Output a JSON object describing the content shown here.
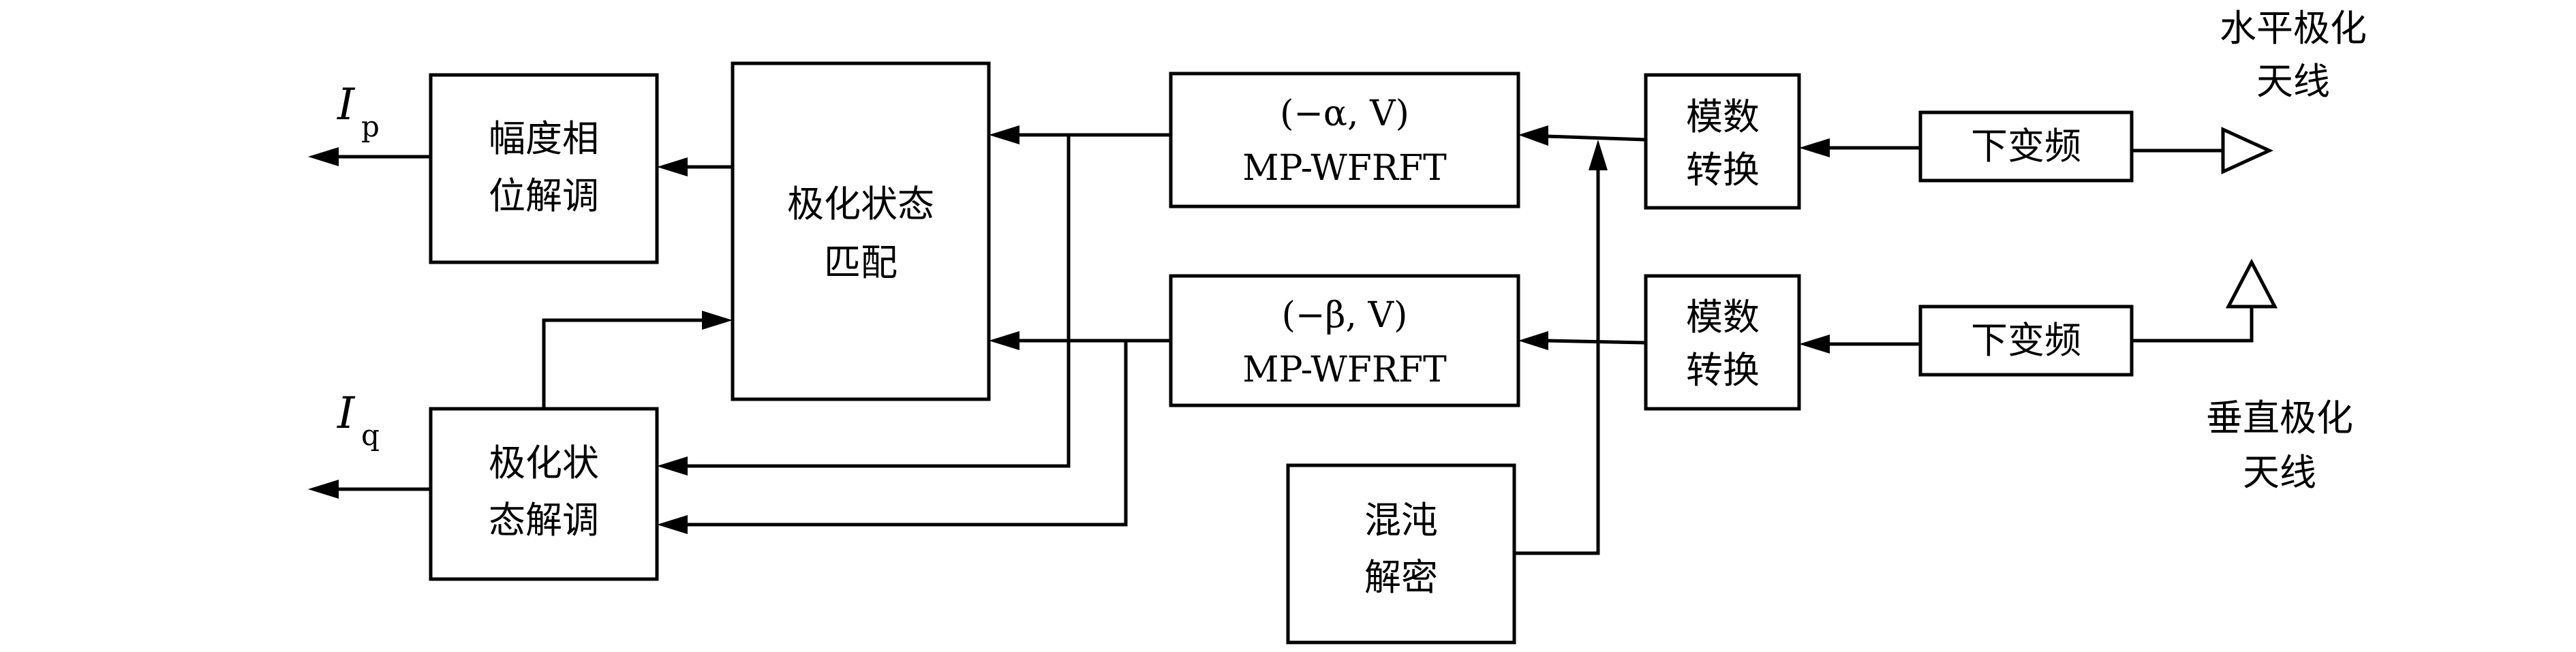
{
  "blocks": {
    "amp_phase_demod": {
      "line1": "幅度相",
      "line2": "位解调"
    },
    "polarization_match": {
      "line1": "极化状态",
      "line2": "匹配"
    },
    "polarization_demod": {
      "line1": "极化状",
      "line2": "态解调"
    },
    "mpwfrft_alpha": {
      "line1": "(−α, V)",
      "line2": "MP-WFRFT"
    },
    "mpwfrft_beta": {
      "line1": "(−β, V)",
      "line2": "MP-WFRFT"
    },
    "adc_top": {
      "line1": "模数",
      "line2": "转换"
    },
    "adc_bottom": {
      "line1": "模数",
      "line2": "转换"
    },
    "downconvert_top": {
      "label": "下变频"
    },
    "downconvert_bottom": {
      "label": "下变频"
    },
    "chaos_decrypt": {
      "line1": "混沌",
      "line2": "解密"
    }
  },
  "outputs": {
    "ip": {
      "symbol": "I",
      "sub": "p"
    },
    "iq": {
      "symbol": "I",
      "sub": "q"
    }
  },
  "antennas": {
    "horizontal": {
      "line1": "水平极化",
      "line2": "天线"
    },
    "vertical": {
      "line1": "垂直极化",
      "line2": "天线"
    }
  }
}
